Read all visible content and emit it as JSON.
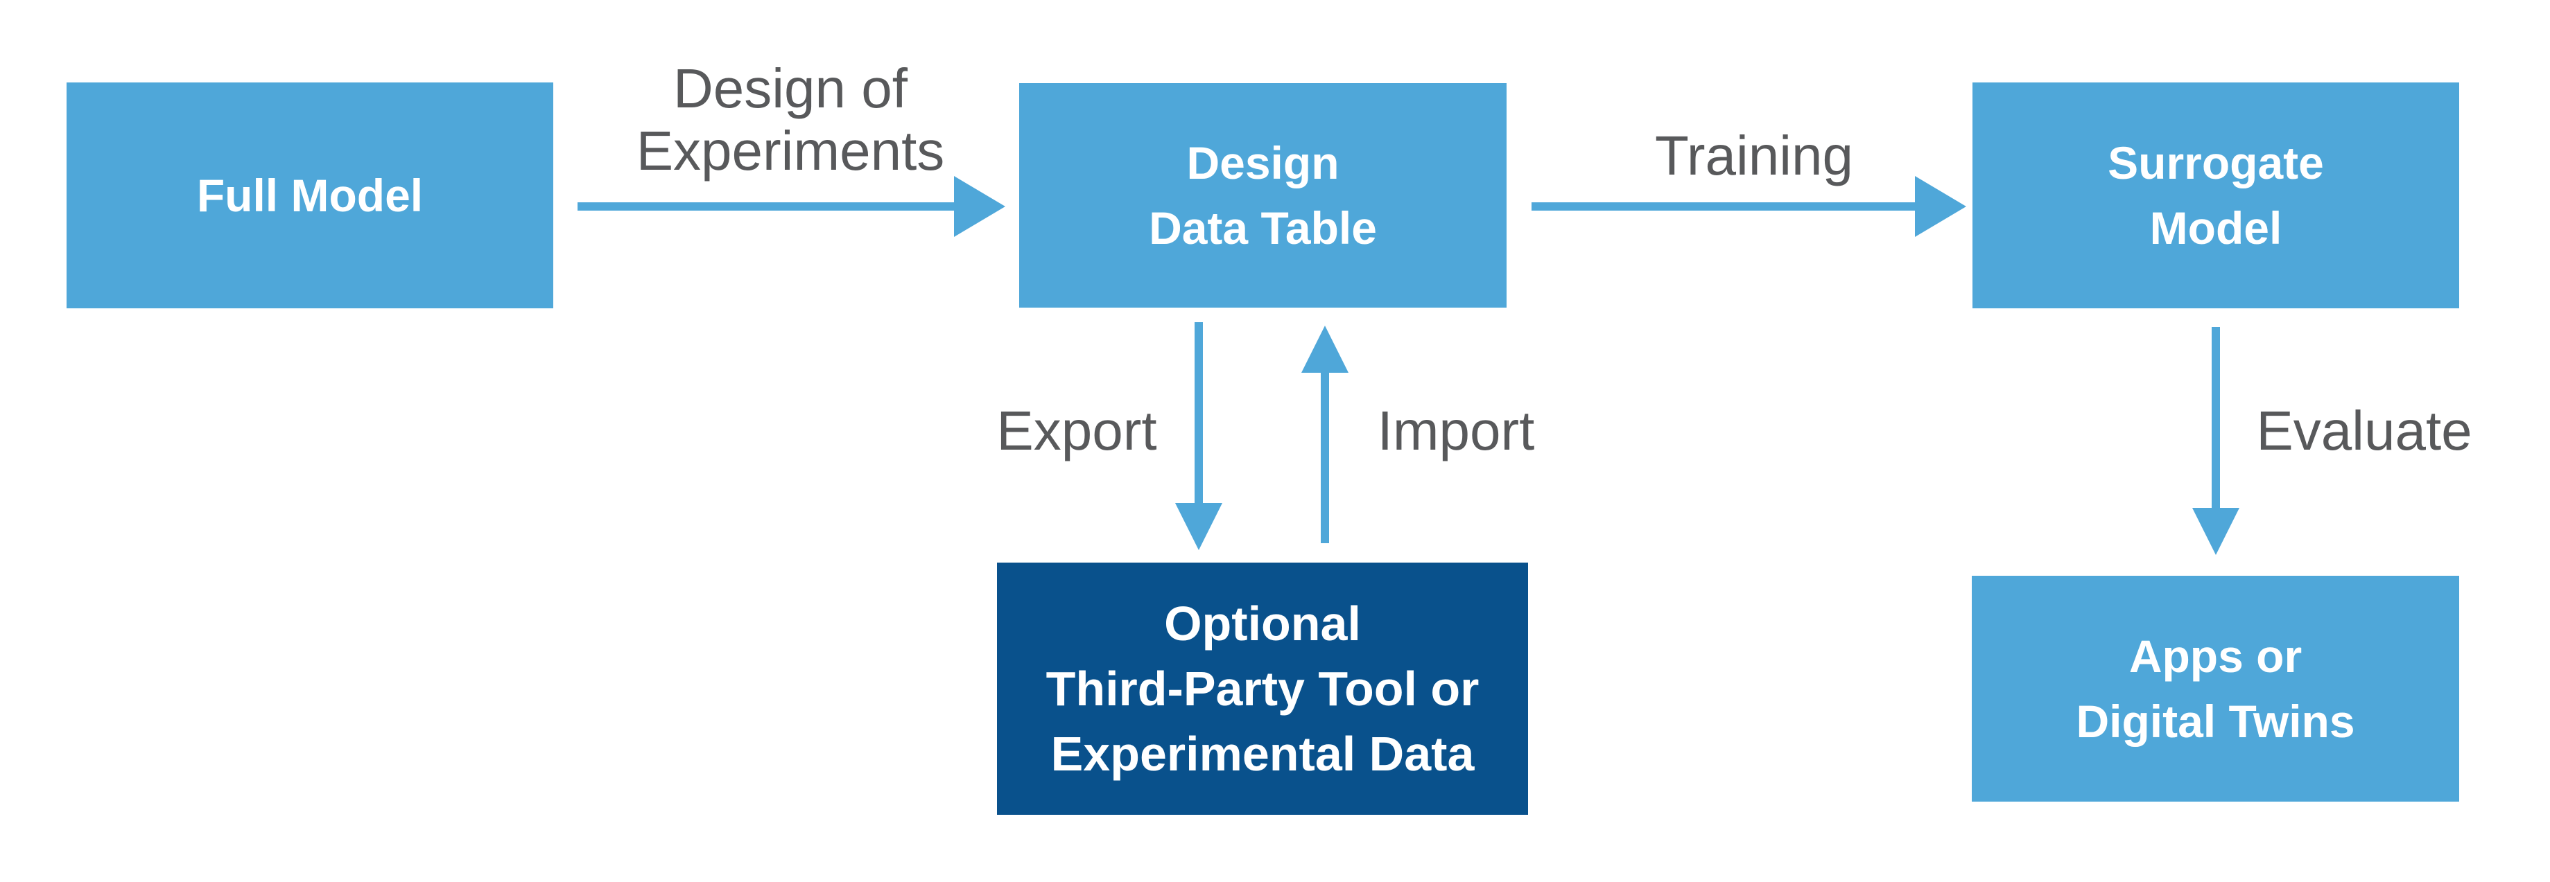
{
  "diagram": {
    "nodes": {
      "full_model": {
        "label": "Full Model"
      },
      "design_data_table": {
        "label": "Design\nData Table"
      },
      "surrogate_model": {
        "label": "Surrogate\nModel"
      },
      "optional_tool": {
        "label": "Optional\nThird-Party Tool or\nExperimental Data"
      },
      "apps_digital_twins": {
        "label": "Apps or\nDigital Twins"
      }
    },
    "edges": {
      "design_of_experiments": {
        "label": "Design of\nExperiments"
      },
      "training": {
        "label": "Training"
      },
      "export": {
        "label": "Export"
      },
      "import": {
        "label": "Import"
      },
      "evaluate": {
        "label": "Evaluate"
      }
    },
    "colors": {
      "node_light": "#4FA7D9",
      "node_dark": "#09518C",
      "arrow": "#4FA7D9",
      "edge_label": "#58595B",
      "node_text": "#FFFFFF",
      "background": "#FFFFFF"
    }
  }
}
